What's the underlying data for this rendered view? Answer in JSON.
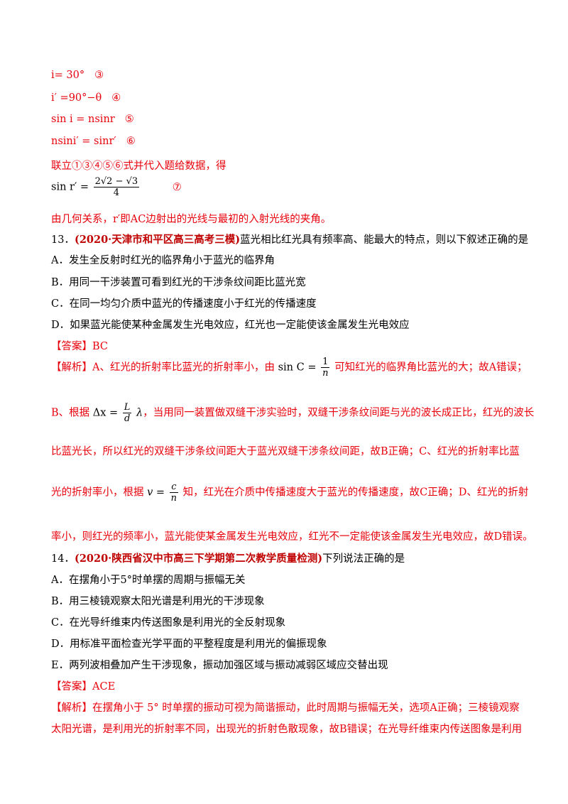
{
  "eq3": {
    "text": "i= 30°",
    "mark": "③"
  },
  "eq4": {
    "text": "i′ =90°−θ",
    "mark": "④"
  },
  "eq5": {
    "text": "sin i = nsinr",
    "mark": "⑤"
  },
  "eq6": {
    "text": "nsini′ = sinr′",
    "mark": "⑥"
  },
  "combine": "联立①③④⑤⑥式并代入题给数据，得",
  "eq7": {
    "lhs": "sin r′ =",
    "num": "2√2 − √3",
    "den": "4",
    "mark": "⑦"
  },
  "geo": "由几何关系，r′即AC边射出的光线与最初的入射光线的夹角。",
  "q13": {
    "number": "13．",
    "source": "(2020·天津市和平区高三高考三模)",
    "stem": "蓝光相比红光具有频率高、能最大的特点，则以下叙述正确的是",
    "options": [
      "A．发生全反射时红光的临界角小于蓝光的临界角",
      "B．用同一干涉装置可看到红光的干涉条纹间距比蓝光宽",
      "C．在同一均匀介质中蓝光的传播速度小于红光的传播速度",
      "D．如果蓝光能使某种金属发生光电效应，红光也一定能使该金属发生光电效应"
    ],
    "answer_label": "【答案】",
    "answer": "BC",
    "analysis_label": "【解析】",
    "a1_pre": "A、红光的折射率比蓝光的折射率小，由",
    "a1_formula_lhs": "sin C =",
    "a1_formula_num": "1",
    "a1_formula_den": "n",
    "a1_post": "可知红光的临界角比蓝光的大；故A错误；",
    "a2_pre": "B、根据",
    "a2_formula_lhs": "Δx =",
    "a2_formula_num": "L",
    "a2_formula_den": "d",
    "a2_formula_tail": "λ",
    "a2_post": "，当用同一装置做双缝干涉实验时，双缝干涉条纹间距与光的波长成正比，红光的波长",
    "a3": "比蓝光长，所以红光的双缝干涉条纹间距大于蓝光双缝干涉条纹间距，故B正确；C、红光的折射率比蓝",
    "a4_pre": "光的折射率小，根据",
    "a4_formula_lhs": "v =",
    "a4_formula_num": "c",
    "a4_formula_den": "n",
    "a4_post": "知，红光在介质中传播速度大于蓝光的传播速度，故C正确；D、红光的折射",
    "a5": "率小，则红光的频率小，蓝光能使某金属发生光电效应，红光不一定能使该金属发生光电效应，故D错误。"
  },
  "q14": {
    "number": "14．",
    "source": "(2020·陕西省汉中市高三下学期第二次教学质量检测)",
    "stem": "下列说法正确的是",
    "options": [
      "A．在摆角小于5°时单摆的周期与振幅无关",
      "B．用三棱镜观察太阳光谱是利用光的干涉现象",
      "C．在光导纤维束内传送图象是利用光的全反射现象",
      "D．用标准平面检查光学平面的平整程度是利用光的偏振现象",
      "E．两列波相叠加产生干涉现象，振动加强区域与振动减弱区域应交替出现"
    ],
    "answer_label": "【答案】",
    "answer": "ACE",
    "analysis_label": "【解析】",
    "a1": "在摆角小于 5° 时单摆的振动可视为简谐振动，此时周期与振幅无关，选项A正确；三棱镜观察",
    "a2": "太阳光谱，是利用光的折射率不同，出现光的折射色散现象，故B错误；在光导纤维束内传送图象是利用"
  }
}
